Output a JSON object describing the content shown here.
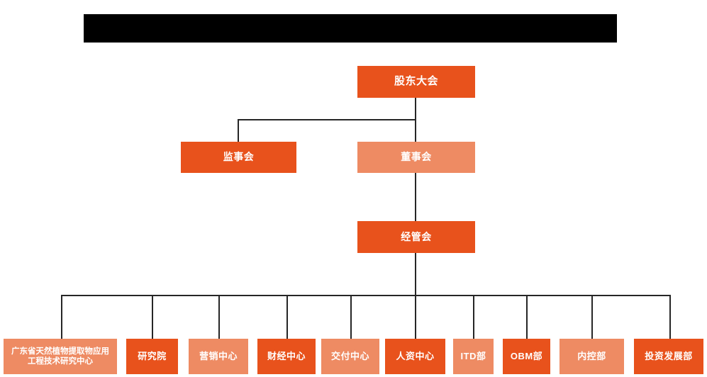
{
  "chart": {
    "type": "org-chart",
    "title_bar": {
      "label": "",
      "redacted": true,
      "color": "#000000"
    },
    "colors": {
      "dark_orange": "#E8521C",
      "light_orange": "#EE8B63",
      "connector": "#262626",
      "background": "#FFFFFF",
      "text": "#FFFFFF"
    },
    "levels": [
      {
        "level": 1,
        "nodes": [
          {
            "id": "shareholders",
            "label": "股东大会",
            "color": "dark"
          }
        ]
      },
      {
        "level": 2,
        "nodes": [
          {
            "id": "supervisors",
            "label": "监事会",
            "color": "dark"
          },
          {
            "id": "directors",
            "label": "董事会",
            "color": "light"
          }
        ]
      },
      {
        "level": 3,
        "nodes": [
          {
            "id": "management",
            "label": "经管会",
            "color": "dark"
          }
        ]
      },
      {
        "level": 4,
        "nodes": [
          {
            "id": "rnd-center",
            "label": "广东省天然植物提取物应用工程技术研究中心",
            "color": "light"
          },
          {
            "id": "institute",
            "label": "研究院",
            "color": "dark"
          },
          {
            "id": "marketing",
            "label": "营销中心",
            "color": "light"
          },
          {
            "id": "finance",
            "label": "财经中心",
            "color": "dark"
          },
          {
            "id": "delivery",
            "label": "交付中心",
            "color": "light"
          },
          {
            "id": "hr",
            "label": "人资中心",
            "color": "dark"
          },
          {
            "id": "itd",
            "label": "ITD部",
            "color": "light"
          },
          {
            "id": "obm",
            "label": "OBM部",
            "color": "dark"
          },
          {
            "id": "internal-control",
            "label": "内控部",
            "color": "light"
          },
          {
            "id": "investment",
            "label": "投资发展部",
            "color": "dark"
          }
        ]
      }
    ]
  }
}
